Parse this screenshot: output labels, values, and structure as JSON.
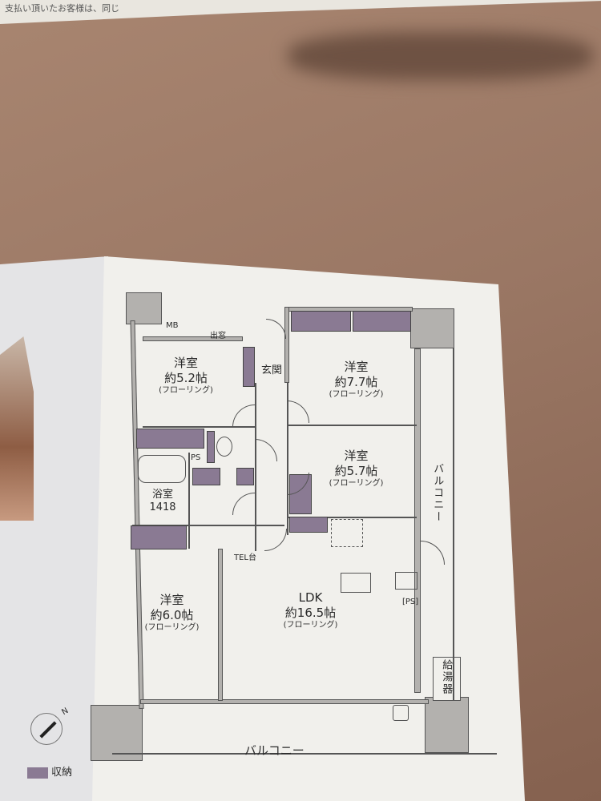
{
  "top_sheet_text": "支払い頂いたお客様は、同じ",
  "plan": {
    "rooms": [
      {
        "name": "洋室",
        "size": "約5.2帖",
        "floor": "(フローリング)"
      },
      {
        "name": "洋室",
        "size": "約7.7帖",
        "floor": "(フローリング)"
      },
      {
        "name": "洋室",
        "size": "約5.7帖",
        "floor": "(フローリング)"
      },
      {
        "name": "洋室",
        "size": "約6.0帖",
        "floor": "(フローリング)"
      },
      {
        "name": "LDK",
        "size": "約16.5帖",
        "floor": "(フローリング)"
      }
    ],
    "labels": {
      "mb": "MB",
      "bay_window": "出窓",
      "entrance": "玄関",
      "ps": "PS",
      "bath": "浴室",
      "bath_size": "1418",
      "tel": "TEL台",
      "kitchen_ps": "[PS]",
      "water_heater": "給湯器",
      "balcony_side": "バルコニー",
      "balcony_bottom": "バルコニー"
    },
    "legend": {
      "storage": "収納",
      "compass": "N"
    },
    "colors": {
      "storage": "#8a7a93",
      "wall": "#b3b1ae"
    }
  }
}
